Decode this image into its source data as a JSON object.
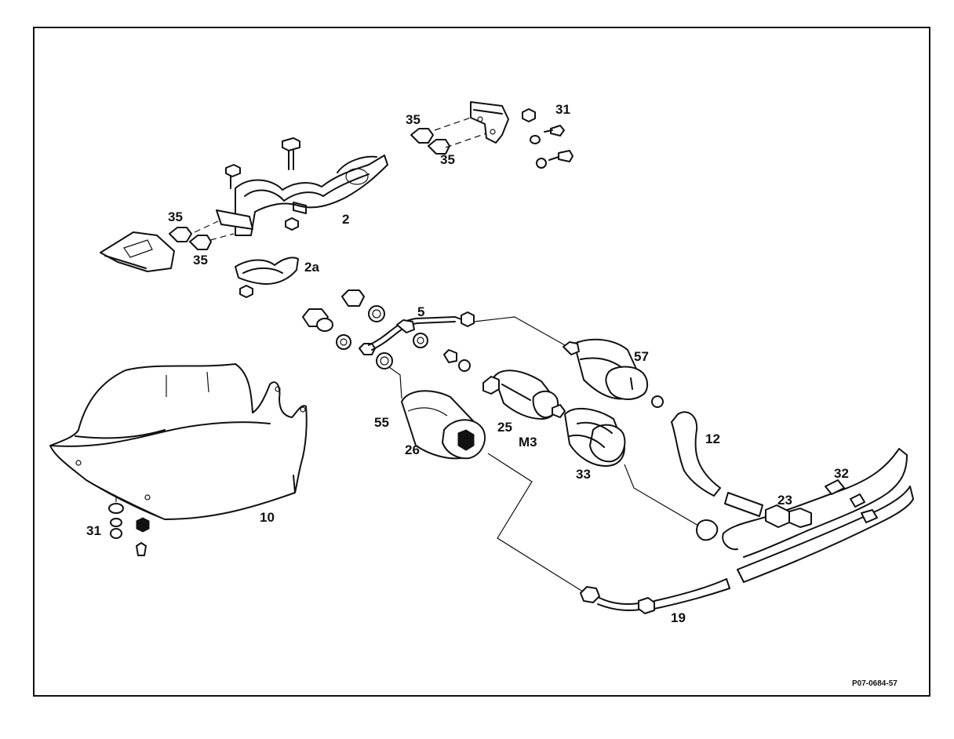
{
  "diagram": {
    "reference_code": "P07-0684-57",
    "part_labels": {
      "p35a": "35",
      "p35b": "35",
      "p31a": "31",
      "p2": "2",
      "p35c": "35",
      "p35d": "35",
      "p2a": "2a",
      "p5": "5",
      "p57": "57",
      "p55": "55",
      "p25": "25",
      "p26": "26",
      "pM3": "M3",
      "p33": "33",
      "p12": "12",
      "p32": "32",
      "p23": "23",
      "p10": "10",
      "p31b": "31",
      "p19": "19"
    }
  }
}
